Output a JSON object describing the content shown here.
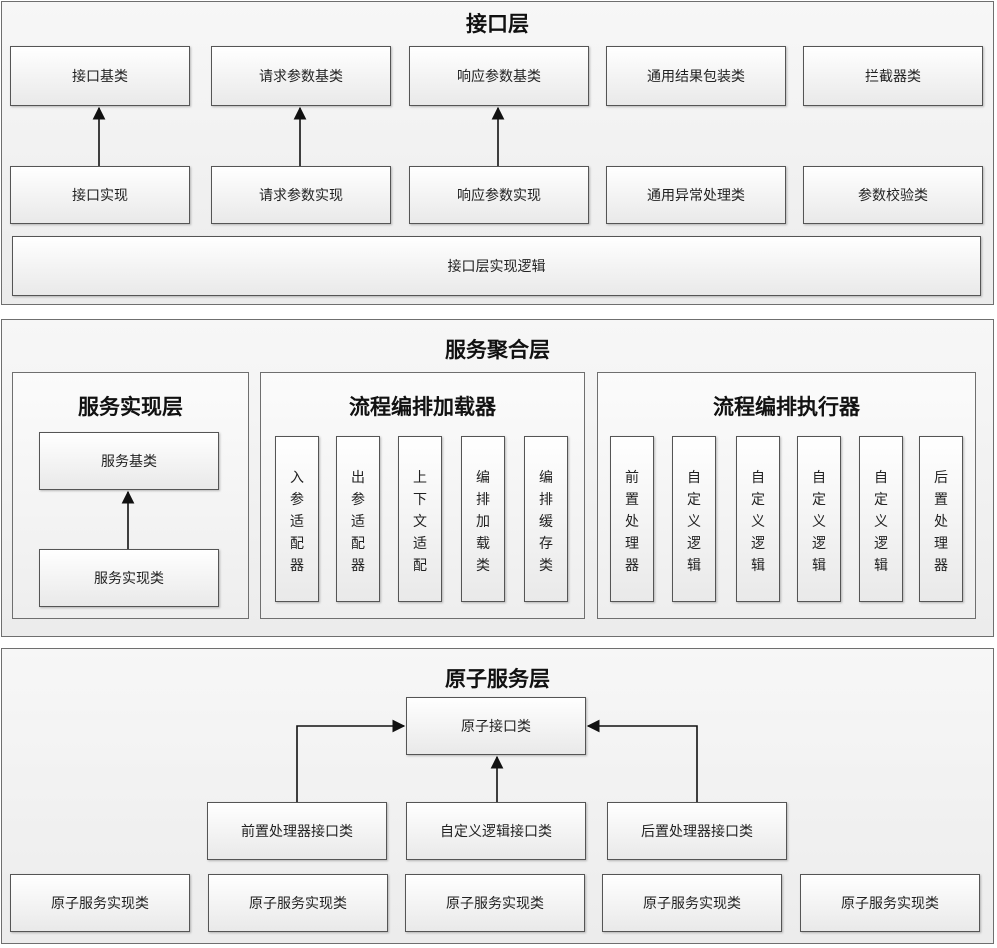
{
  "interface_layer": {
    "title": "接口层",
    "base_row": [
      "接口基类",
      "请求参数基类",
      "响应参数基类",
      "通用结果包装类",
      "拦截器类"
    ],
    "impl_row": [
      "接口实现",
      "请求参数实现",
      "响应参数实现",
      "通用异常处理类",
      "参数校验类"
    ],
    "logic": "接口层实现逻辑"
  },
  "aggregation_layer": {
    "title": "服务聚合层",
    "service_impl": {
      "title": "服务实现层",
      "base": "服务基类",
      "impl": "服务实现类"
    },
    "loader": {
      "title": "流程编排加载器",
      "items": [
        "入参适配器",
        "出参适配器",
        "上下文适配",
        "编排加载类",
        "编排缓存类"
      ]
    },
    "executor": {
      "title": "流程编排执行器",
      "items": [
        "前置处理器",
        "自定义逻辑",
        "自定义逻辑",
        "自定义逻辑",
        "自定义逻辑",
        "后置处理器"
      ]
    }
  },
  "atomic_layer": {
    "title": "原子服务层",
    "interface": "原子接口类",
    "middle_row": [
      "前置处理器接口类",
      "自定义逻辑接口类",
      "后置处理器接口类"
    ],
    "bottom_row": [
      "原子服务实现类",
      "原子服务实现类",
      "原子服务实现类",
      "原子服务实现类",
      "原子服务实现类"
    ]
  }
}
